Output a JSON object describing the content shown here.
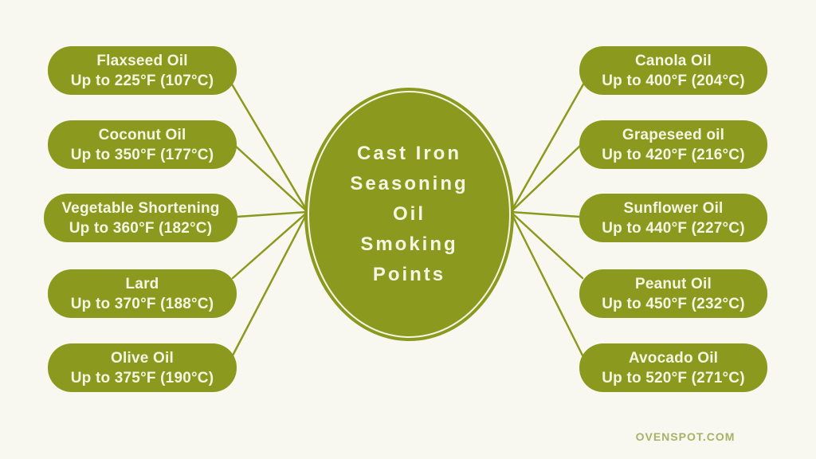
{
  "colors": {
    "background": "#F8F8F0",
    "accent": "#8B9A1E",
    "node_text": "#F5F5E3",
    "footer_text": "#A8B266"
  },
  "center": {
    "lines": [
      "Cast Iron",
      "Seasoning",
      "Oil",
      "Smoking",
      "Points"
    ]
  },
  "left_nodes": [
    {
      "name": "Flaxseed Oil",
      "value": "Up to 225°F (107°C)"
    },
    {
      "name": "Coconut Oil",
      "value": "Up to 350°F (177°C)"
    },
    {
      "name": "Vegetable Shortening",
      "value": "Up to 360°F (182°C)"
    },
    {
      "name": "Lard",
      "value": "Up to 370°F (188°C)"
    },
    {
      "name": "Olive Oil",
      "value": "Up to 375°F (190°C)"
    }
  ],
  "right_nodes": [
    {
      "name": "Canola Oil",
      "value": "Up to 400°F (204°C)"
    },
    {
      "name": "Grapeseed oil",
      "value": "Up to 420°F (216°C)"
    },
    {
      "name": "Sunflower Oil",
      "value": "Up to 440°F (227°C)"
    },
    {
      "name": "Peanut Oil",
      "value": "Up to 450°F (232°C)"
    },
    {
      "name": "Avocado Oil",
      "value": "Up to 520°F (271°C)"
    }
  ],
  "footer": {
    "website": "OVENSPOT.COM"
  }
}
